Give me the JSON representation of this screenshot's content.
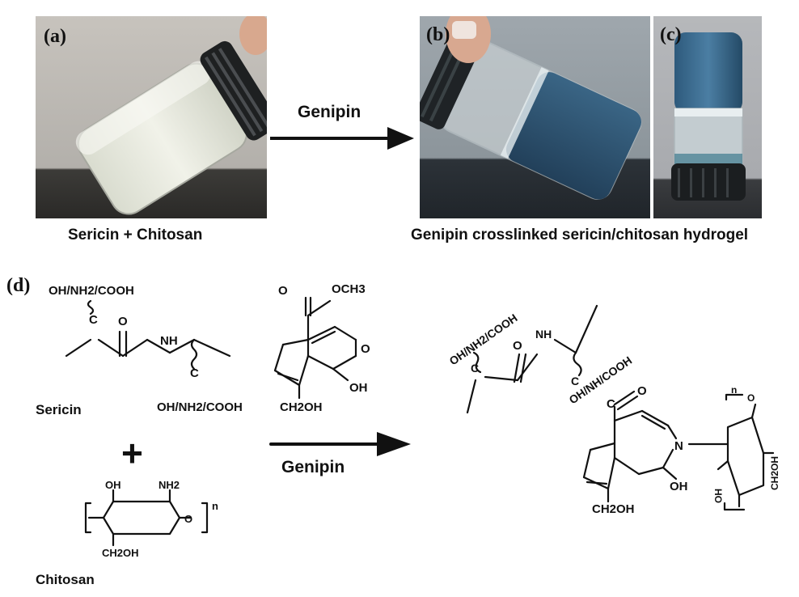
{
  "figure": {
    "panels": {
      "a": {
        "label": "(a)",
        "caption": "Sericin + Chitosan"
      },
      "b": {
        "label": "(b)"
      },
      "c": {
        "label": "(c)"
      },
      "bc_caption": "Genipin crosslinked sericin/chitosan hydrogel",
      "d": {
        "label": "(d)"
      }
    },
    "top_arrow_label": "Genipin",
    "bottom_arrow_label": "Genipin",
    "sericin": {
      "name": "Sericin",
      "side_group_top": "OH/NH2/COOH",
      "side_group_bottom": "OH/NH2/COOH",
      "c_atom": "C",
      "o_atom": "O",
      "nh_group": "NH"
    },
    "plus_sign": "+",
    "chitosan": {
      "name": "Chitosan",
      "oh": "OH",
      "nh2": "NH2",
      "ch2oh": "CH2OH",
      "ring_o": "O",
      "n_sub": "n"
    },
    "genipin": {
      "och3": "OCH3",
      "o_carbonyl": "O",
      "ring_o": "O",
      "oh": "OH",
      "ch2oh": "CH2OH"
    },
    "product": {
      "side_group_left": "OH/NH2/COOH",
      "side_group_mid": "OH/NH/COOH",
      "c_atom": "C",
      "o_atom": "O",
      "nh_group": "NH",
      "c_o": "C",
      "o_o": "O",
      "n_atom": "N",
      "oh": "OH",
      "ch2oh": "CH2OH",
      "chitosan_ch2oh": "CH2OH",
      "chitosan_ho": "HO",
      "chitosan_o": "O",
      "n_sub": "n"
    },
    "colors": {
      "milky": "#e9ebdf",
      "hydrogel_blue": "#2e4f6b",
      "cap_black": "#1b1d1e",
      "bg_photo": "#b9bcc0"
    }
  }
}
